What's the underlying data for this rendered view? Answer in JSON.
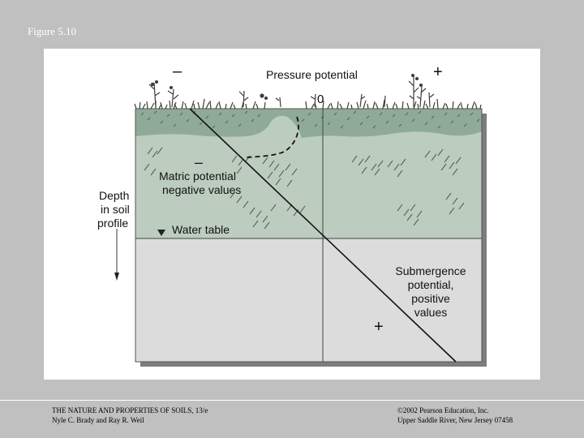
{
  "figure_label": "Figure 5.10",
  "diagram": {
    "minus_top": "–",
    "title": "Pressure potential",
    "plus_top": "+",
    "zero": "0",
    "minus_matric": "–",
    "matric_line1": "Matric potential",
    "matric_line2": "negative values",
    "depth_line1": "Depth",
    "depth_line2": "in soil",
    "depth_line3": "profile",
    "water_table": "Water table",
    "sub_line1": "Submergence",
    "sub_line2": "potential,",
    "sub_line3": "positive",
    "sub_line4": "values",
    "plus_bottom": "+"
  },
  "footer": {
    "left_line1": "THE NATURE AND PROPERTIES OF SOILS, 13/e",
    "left_line2": "Nyle C. Brady and Ray R. Weil",
    "right_line1": "©2002 Pearson Education, Inc.",
    "right_line2": "Upper Saddle River, New Jersey  07458"
  },
  "colors": {
    "background": "#c0c0c0",
    "soil_surface": "#8fab98",
    "unsaturated_zone": "#bccdbf",
    "saturated_zone": "#dcdcdc",
    "texture": "#55655a"
  }
}
